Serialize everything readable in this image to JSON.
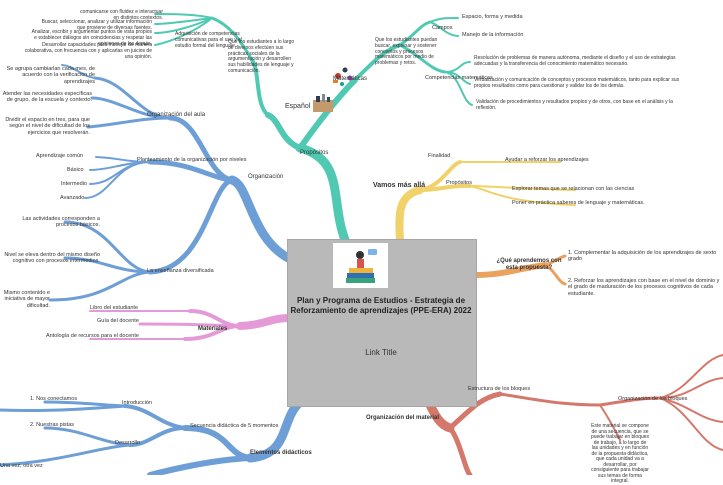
{
  "central": {
    "title": "Plan y Programa de Estudios - Estrategia de Reforzamiento de aprendizajes (PPE-ERA) 2022",
    "link": "Link Title"
  },
  "colors": {
    "blue": "#6d9fd6",
    "teal": "#4fc9b2",
    "yellow": "#f0d16a",
    "pink": "#e59ad8",
    "red": "#d4786c",
    "central_bg": "#b9b9b9"
  },
  "nodes": {
    "espanol": "Español",
    "matematicas": "Matemáticas",
    "propositos_top": "Propósitos",
    "esp_d1": "comunicarse con fluidez e interactuar en distintos contextos.",
    "esp_d2": "Buscar, seleccionar, analizar y utilizar información que proviene de diversas fuentes.",
    "esp_d3": "Analizar, escribir y argumentar puntos de vista propios e establecer diálogos sin coincidencias y respetar las opiniones de los demás.",
    "esp_d4": "Desarrollar capacidades para manejar de manera colaborativa, con frecuencia con y aplicarlas en juicios de una opinión.",
    "esp_desc": "Adquisición de competencias comunicativas para el uso y el estudio formal del lenguaje.",
    "esp_mid": "Que los estudiantes a lo largo de diversos efectúen sus prácticas sociales de la argumentación y desarrollen sus habilidades de lenguaje y comunicación.",
    "mat_desc": "Que los estudiantes puedan buscar, expresar y sostener conceptos y procesos matemáticos por medio de problemas y retos.",
    "campos": "Campos",
    "espacio": "Espacio, forma y medida",
    "manejo": "Manejo de la información",
    "competencias": "Competencias matemáticas",
    "comp1": "Resolución de problemas de manera autónoma, mediante el diseño y el uso de estrategias adecuadas y la transferencia del conocimiento matemático necesario.",
    "comp2": "Verbalización y comunicación de conceptos y procesos matemáticos, tanto para explicar sus propios resultados como para cuestionar y validar los de los demás.",
    "comp3": "Validación de procedimientos y resultados propios y de otros, con base en el análisis y la reflexión.",
    "vamos": "Vamos más allá",
    "finalidad": "Finalidad",
    "ayudar": "Ayudar a reforzar los aprendizajes",
    "propositos_yellow": "Propósitos",
    "explorar": "Explorar temas que se relacionan con las ciencias",
    "poner": "Poner en práctica saberes de lenguaje y matemáticas.",
    "que_aprendemos": "¿Qué aprendemos con esta propuesta?",
    "aprende1": "1.  Complementar la adquisición de los aprendizajes de sexto grado",
    "aprende2": "2.  Reforzar los aprendizajes con base en el nivel de dominio y el grado de maduración de los procesos cognitivos de cada estudiante.",
    "org_material": "Organización del material",
    "estructura": "Estructura de los bloques",
    "org_bloques": "Organización de los bloques",
    "bloque_desc": "Este material se compone de una secuencia, que se puede trabajar en bloques de trabajo, a lo largo de las unidades y en función de la propuesta didáctica, que cada unidad va a desarrollar, por consiguiente para trabajar sus temas de forma integral.",
    "org_aula": "Organización del aula",
    "aula1": "Se agrupa cambiarlan cada mes, de acuerdo con la verificación de aprendizajes",
    "aula2": "Atender las necesidades específicas de grupo, de la escuela y contexto.",
    "aula3": "Dividir el espacio en tres, para que según el nivel de dificultad de los ejercicios que resolverán.",
    "organizacion": "Organización",
    "planteamiento": "Planteamiento de la organización por niveles",
    "aprendizaje_comun": "Aprendizaje común",
    "basico": "Básico",
    "intermedio": "Intermedio",
    "avanzado": "Avanzado",
    "ensenanza": "La enseñanza diversificada",
    "div1": "Las actividades corresponden a procesos básicos.",
    "div2": "Nivel se eleva dentro del mismo diseño cognitivo con procesos intermedios.",
    "div3": "Mismo contenido e iniciativa de mayor dificultad.",
    "materiales": "Materiales",
    "libro": "Libro del estudiante",
    "guia": "Guía del docente",
    "antologia": "Antología de recursos para el docente",
    "elementos": "Elementos didácticos",
    "secuencia": "Secuencia didáctica de 5 momentos",
    "introduccion": "Introducción",
    "nos_conectamos": "1.  Nos conectamos",
    "nuestras_pistas": "2.  Nuestras pistas",
    "desarrollo": "Desarrollo",
    "una_vez": "Una vez, otra vez"
  }
}
